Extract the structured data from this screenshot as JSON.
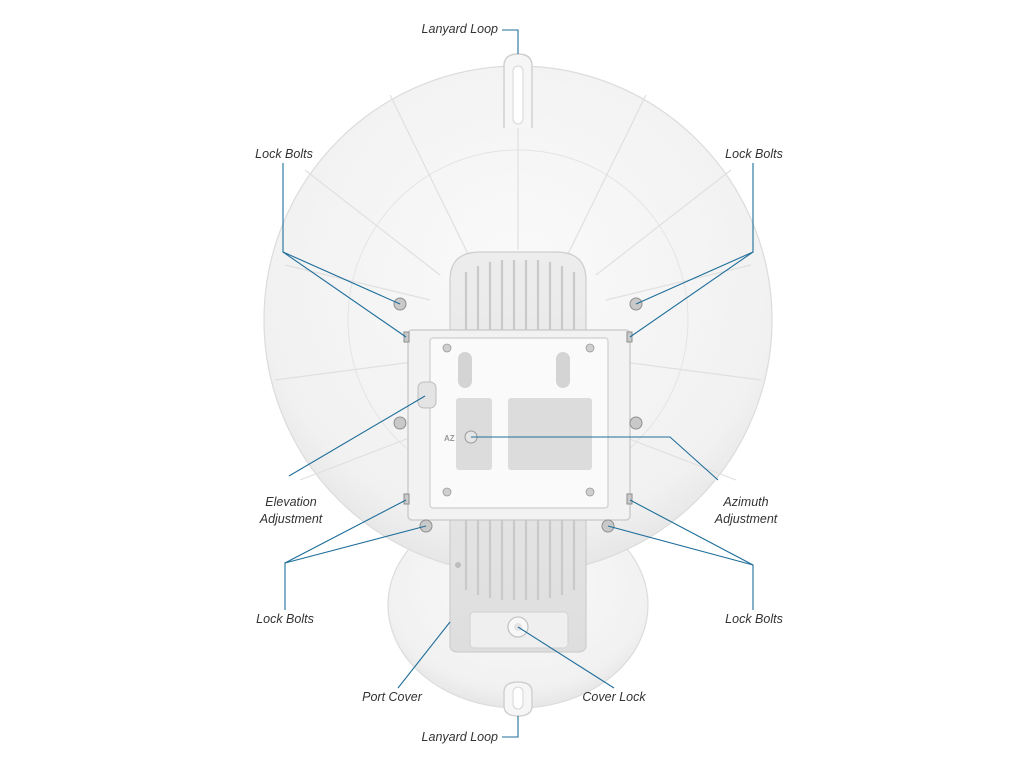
{
  "diagram": {
    "labels": {
      "lanyard_loop_top": "Lanyard Loop",
      "lock_bolts_top_left": "Lock Bolts",
      "lock_bolts_top_right": "Lock Bolts",
      "elevation_adjustment_line1": "Elevation",
      "elevation_adjustment_line2": "Adjustment",
      "azimuth_adjustment_line1": "Azimuth",
      "azimuth_adjustment_line2": "Adjustment",
      "lock_bolts_bottom_left": "Lock Bolts",
      "lock_bolts_bottom_right": "Lock Bolts",
      "port_cover": "Port Cover",
      "cover_lock": "Cover Lock",
      "lanyard_loop_bottom": "Lanyard Loop"
    },
    "az_marking": "AZ",
    "colors": {
      "callout_line": "#1f6e9a",
      "label_text": "#333333",
      "dish_fill": "#f4f4f4",
      "dish_edge": "#d8d8d8"
    }
  }
}
